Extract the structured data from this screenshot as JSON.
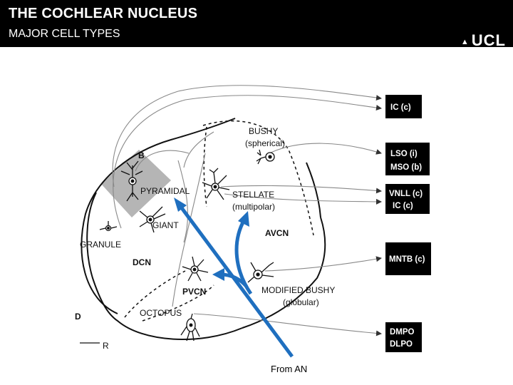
{
  "header": {
    "title": "THE COCHLEAR NUCLEUS",
    "subtitle": "MAJOR CELL TYPES",
    "logo": "UCL"
  },
  "colors": {
    "header_bg": "#000000",
    "target_box": "#000000",
    "an_arrow": "#1f6fbf",
    "dcn_shade": "#b5b5b5"
  },
  "diagram": {
    "cell_types": {
      "bushy": "BUSHY",
      "bushy_sub": "(spherical)",
      "pyramidal": "PYRAMIDAL",
      "stellate": "STELLATE",
      "stellate_sub": "(multipolar)",
      "giant": "GIANT",
      "granule": "GRANULE",
      "octopus": "OCTOPUS",
      "modified_bushy": "MODIFIED BUSHY",
      "modified_bushy_sub": "(globular)"
    },
    "regions": {
      "avcn": "AVCN",
      "dcn": "DCN",
      "pvcn": "PVCN"
    },
    "small_labels": {
      "b_label": "B"
    },
    "orientation": {
      "dorsal": "D",
      "rostral": "R"
    },
    "targets": [
      {
        "line1": "IC (c)",
        "line2": ""
      },
      {
        "line1": "LSO (i)",
        "line2": "MSO (b)"
      },
      {
        "line1": "VNLL (c)",
        "line2": "IC (c)"
      },
      {
        "line1": "MNTB (c)",
        "line2": ""
      },
      {
        "line1": "DMPO",
        "line2": "DLPO"
      }
    ],
    "input_label": "From AN"
  }
}
